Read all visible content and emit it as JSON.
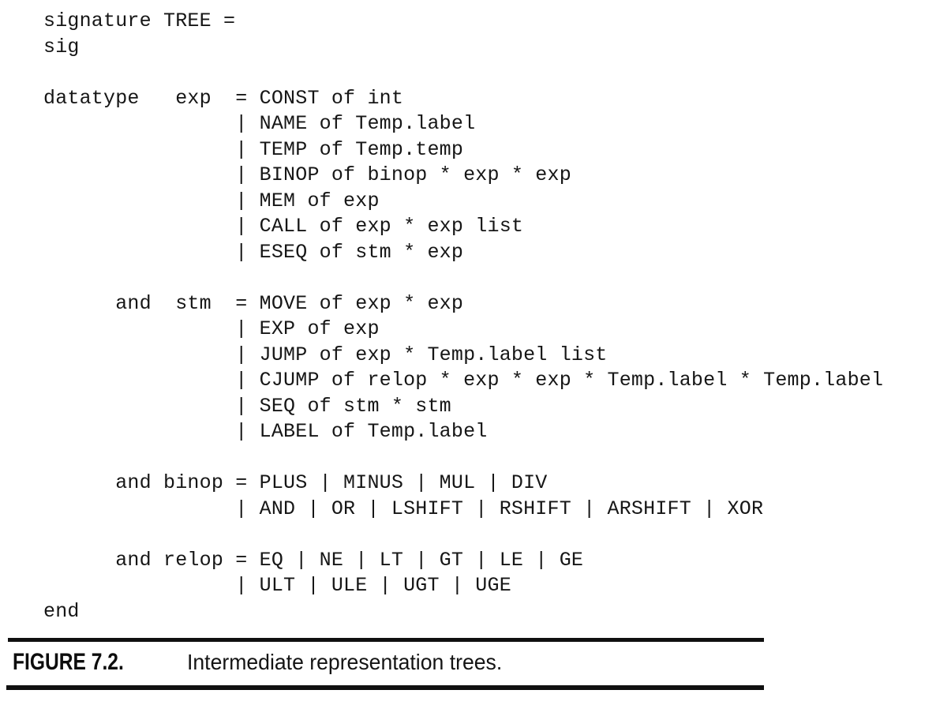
{
  "figure": {
    "code_lines": [
      "signature TREE =",
      "sig",
      "",
      "datatype   exp  = CONST of int",
      "                | NAME of Temp.label",
      "                | TEMP of Temp.temp",
      "                | BINOP of binop * exp * exp",
      "                | MEM of exp",
      "                | CALL of exp * exp list",
      "                | ESEQ of stm * exp",
      "",
      "      and  stm  = MOVE of exp * exp",
      "                | EXP of exp",
      "                | JUMP of exp * Temp.label list",
      "                | CJUMP of relop * exp * exp * Temp.label * Temp.label",
      "                | SEQ of stm * stm",
      "                | LABEL of Temp.label",
      "",
      "      and binop = PLUS | MINUS | MUL | DIV",
      "                | AND | OR | LSHIFT | RSHIFT | ARSHIFT | XOR",
      "",
      "      and relop = EQ | NE | LT | GT | LE | GE",
      "                | ULT | ULE | UGT | UGE",
      "end"
    ],
    "caption_label": "FIGURE 7.2.",
    "caption_text": "Intermediate representation trees."
  },
  "colors": {
    "ink": "#161616",
    "rule": "#101010",
    "paper": "#ffffff"
  }
}
